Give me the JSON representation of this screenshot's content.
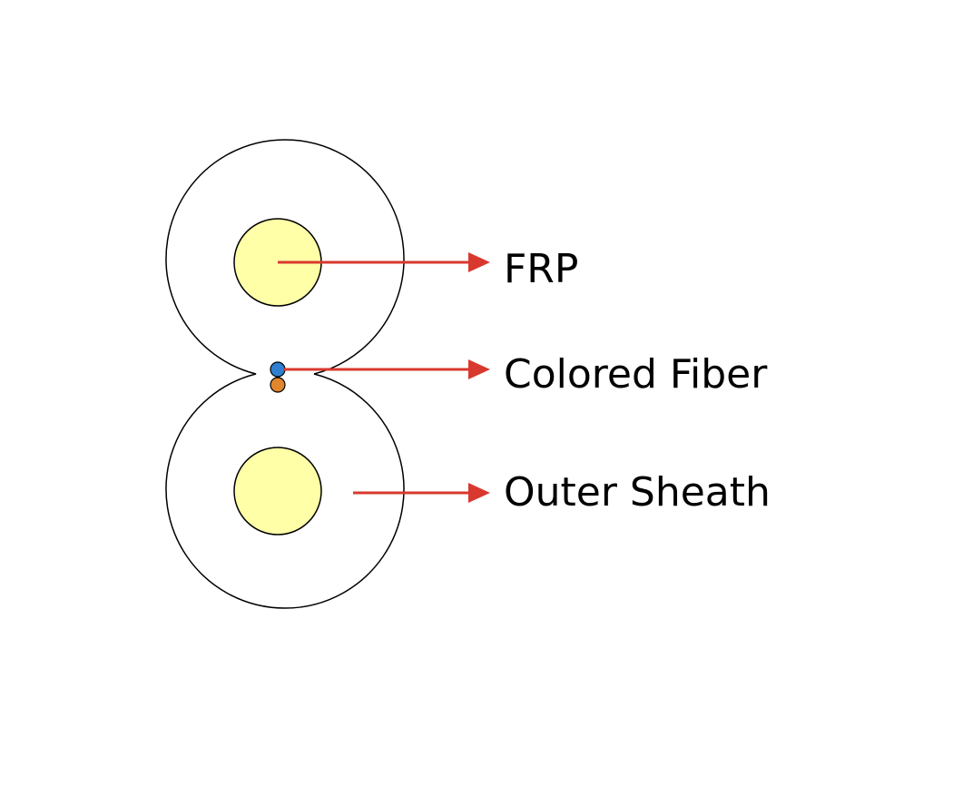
{
  "diagram": {
    "labels": {
      "frp": "FRP",
      "colored_fiber": "Colored Fiber",
      "outer_sheath": "Outer Sheath"
    },
    "colors": {
      "sheath_stroke": "#000000",
      "frp_fill": "#ffffa8",
      "arrow": "#d9382e",
      "fiber_blue": "#2f7fd0",
      "fiber_orange": "#e0862c"
    }
  }
}
